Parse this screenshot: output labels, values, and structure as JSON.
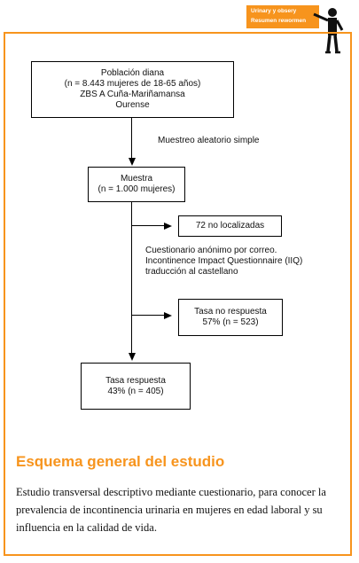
{
  "tag": {
    "line1": "Urinary y obsery",
    "line2": "Resumen rewormen"
  },
  "flow": {
    "box1": {
      "l1": "Población diana",
      "l2": "(n = 8.443 mujeres de 18-65 años)",
      "l3": "ZBS A Cuña-Mariñamansa",
      "l4": "Ourense"
    },
    "label1": "Muestreo aleatorio simple",
    "box2": {
      "l1": "Muestra",
      "l2": "(n = 1.000 mujeres)"
    },
    "box3": {
      "l1": "72 no localizadas"
    },
    "label2": {
      "l1": "Cuestionario anónimo por correo.",
      "l2": "Incontinence Impact Questionnaire (IIQ)",
      "l3": "traducción al castellano"
    },
    "box4": {
      "l1": "Tasa no respuesta",
      "l2": "57% (n = 523)"
    },
    "box5": {
      "l1": "Tasa respuesta",
      "l2": "43% (n = 405)"
    }
  },
  "section": {
    "title": "Esquema general del estudio",
    "description": "Estudio transversal descriptivo mediante cuestionario, para conocer la prevalencia de incontinencia urinaria en mujeres en edad laboral y su influencia en la calidad de vida."
  },
  "colors": {
    "accent": "#f7941d",
    "text": "#111111"
  },
  "icons": {
    "presenter": "presenter-figure-icon"
  }
}
